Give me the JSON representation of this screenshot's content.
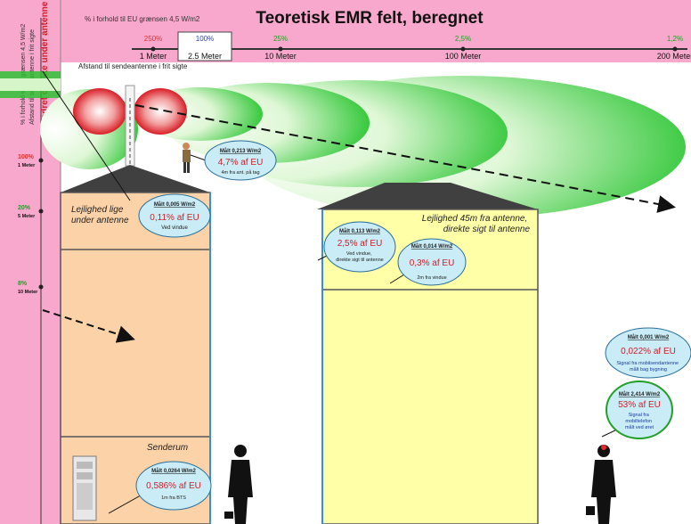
{
  "title": "Teoretisk EMR felt, beregnet",
  "scale": {
    "percent_label": "% i forhold til EU grænsen 4,5 W/m2",
    "distance_label": "Afstand  til sendeantenne i frit sigte",
    "ticks": [
      {
        "percent": "250%",
        "distance": "1 Meter",
        "color": "#e0302a",
        "highlight": false
      },
      {
        "percent": "100%",
        "distance": "2.5 Meter",
        "color": "#2040c0",
        "highlight": true
      },
      {
        "percent": "25%",
        "distance": "10 Meter",
        "color": "#2a9a2a",
        "highlight": false
      },
      {
        "percent": "2,5%",
        "distance": "100 Meter",
        "color": "#2a9a2a",
        "highlight": false
      },
      {
        "percent": "1,2%",
        "distance": "200 Meter",
        "color": "#2a9a2a",
        "highlight": false
      }
    ]
  },
  "vertical_scale": {
    "label_red": "Lodret direkte under antenne",
    "label_line1": "% i forhold til EU grænsen 4,5 W/m2",
    "label_line2": "Afstand  til sendeantenne i frit sigte",
    "ticks": [
      {
        "percent": "100%",
        "distance": "1 Meter",
        "color": "#e0302a"
      },
      {
        "percent": "20%",
        "distance": "5 Meter",
        "color": "#2a9a2a"
      },
      {
        "percent": "8%",
        "distance": "10 Meter",
        "color": "#2a9a2a"
      }
    ]
  },
  "rooms": {
    "left_top": "Lejlighed lige under antenne",
    "right_top": "Lejlighed 45m fra antenne, direkte sigt til antenne",
    "senderum": "Senderum"
  },
  "callouts": {
    "roof_person": {
      "measure": "Målt 0,213 W/m2",
      "value": "4,7% af EU",
      "note": "4m fra ant. på tag"
    },
    "left_apartment": {
      "measure": "Målt 0,005 W/m2",
      "value": "0,11% af EU",
      "note": "Ved vindue"
    },
    "right_window": {
      "measure": "Målt 0,113 W/m2",
      "value": "2,5% af EU",
      "note": "Ved vindue, direkte sigt til antenne"
    },
    "right_room": {
      "measure": "Målt 0,014 W/m2",
      "value": "0,3% af EU",
      "note": "2m fra vindue"
    },
    "senderum": {
      "measure": "Målt 0,0264 W/m2",
      "value": "0,586% af EU",
      "note": "1m fra BTS"
    },
    "mobile_outside": {
      "measure": "Målt 0,001 W/m2",
      "value": "0,022% af EU",
      "note": "Signal fra mobilsendantenne målt bag bygning"
    },
    "mobile_phone": {
      "measure": "Målt 2,414 W/m2",
      "value": "53% af EU",
      "note": "Signal fra mobiltelefon målt ved øret"
    }
  },
  "colors": {
    "pink": "#f7a8cc",
    "red_field": "#e8262e",
    "green_field": "#22c32a",
    "light_green": "#d6f5c8",
    "peach": "#fcd3a8",
    "yellow": "#ffffa8",
    "bubble": "#c9ecf6",
    "roof": "#404040"
  }
}
